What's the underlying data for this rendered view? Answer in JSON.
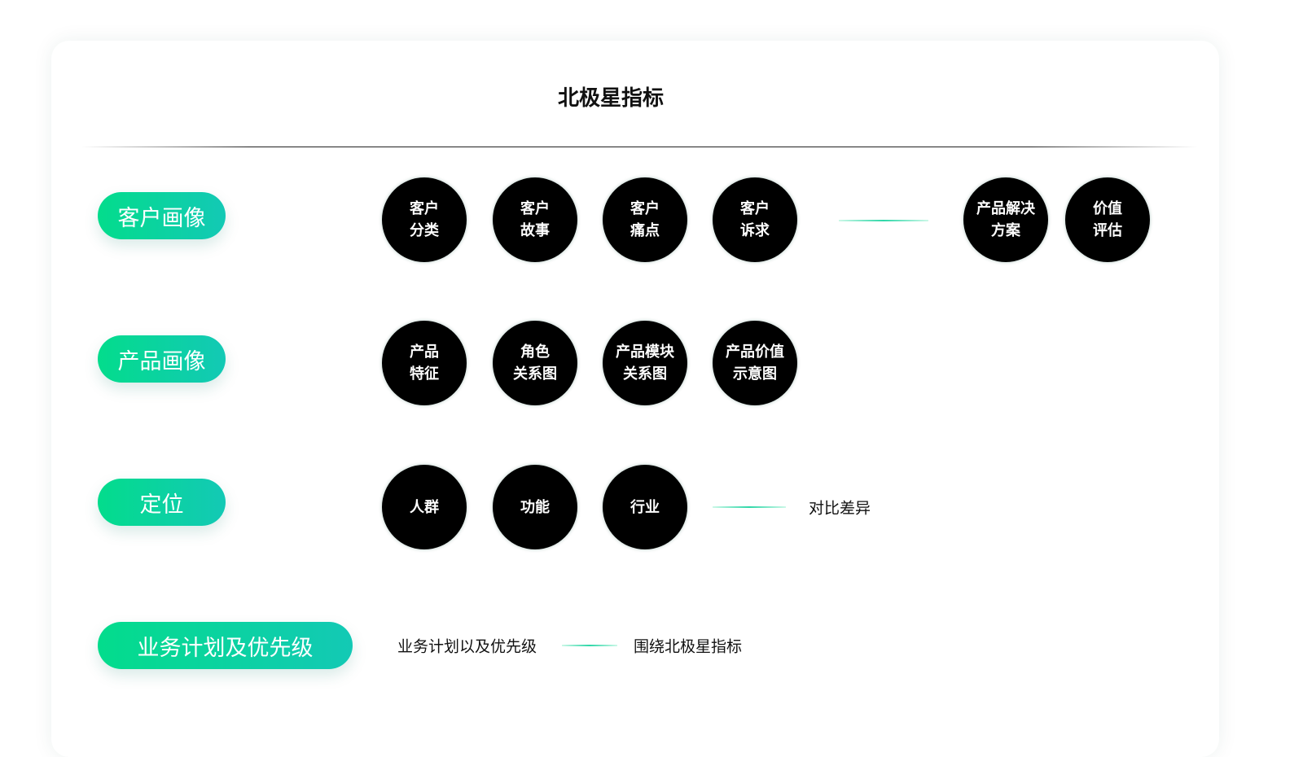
{
  "title": "北极星指标",
  "rows": [
    {
      "label": "客户画像",
      "items": [
        "客户\n分类",
        "客户\n故事",
        "客户\n痛点",
        "客户\n诉求"
      ],
      "right_items": [
        "产品解决\n方案",
        "价值\n评估"
      ]
    },
    {
      "label": "产品画像",
      "items": [
        "产品\n特征",
        "角色\n关系图",
        "产品模块\n关系图",
        "产品价值\n示意图"
      ]
    },
    {
      "label": "定位",
      "items": [
        "人群",
        "功能",
        "行业"
      ],
      "note": "对比差异"
    },
    {
      "label": "业务计划及优先级",
      "text1": "业务计划以及优先级",
      "text2": "围绕北极星指标"
    }
  ],
  "colors": {
    "accent_start": "#03dc8c",
    "accent_end": "#13c9b5"
  }
}
